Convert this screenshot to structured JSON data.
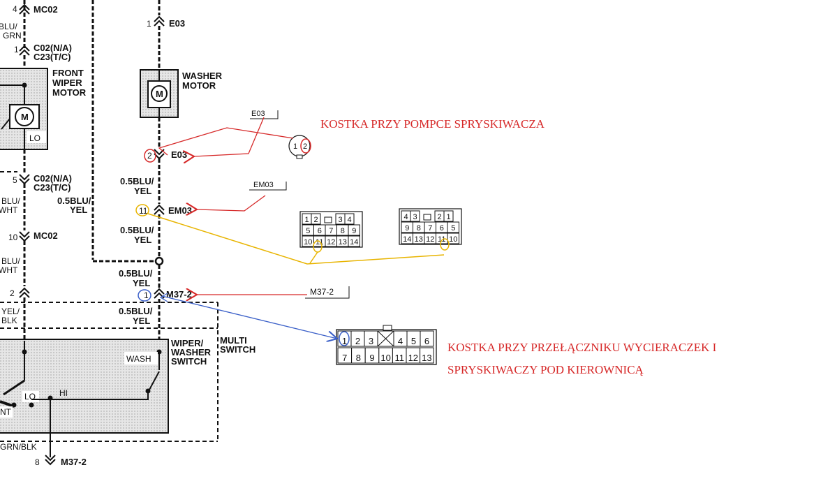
{
  "left": {
    "mc02_top": {
      "pin": "4",
      "name": "MC02"
    },
    "wire_top": {
      "a": "BLU/",
      "b": "GRN"
    },
    "c02_top": {
      "pin": "1",
      "a": "C02(N/A)",
      "b": "C23(T/C)"
    },
    "front_wiper": {
      "l1": "FRONT",
      "l2": "WIPER",
      "l3": "MOTOR",
      "lo": "LO",
      "m": "M"
    },
    "c02_bot": {
      "pin": "5",
      "a": "C02(N/A)",
      "b": "C23(T/C)"
    },
    "wire_blu_wht": {
      "a": "BLU/",
      "b": "WHT"
    },
    "wire_05blu_yel": {
      "a": "0.5BLU/",
      "b": "YEL"
    },
    "mc02_bot": {
      "pin": "10",
      "name": "MC02"
    },
    "wire_blu_wht2": {
      "a": "BLU/",
      "b": "WHT"
    },
    "pin2": "2",
    "wire_yel_blk": {
      "a": "YEL/",
      "b": "BLK"
    },
    "switch_lo": "LO",
    "switch_hi": "HI",
    "switch_nt": "NT",
    "wire_grn_blk": "GRN/BLK",
    "m37_bot": {
      "pin": "8",
      "name": "M37-2"
    }
  },
  "washer": {
    "e03_top": {
      "pin": "1",
      "name": "E03"
    },
    "motor": {
      "l1": "WASHER",
      "l2": "MOTOR",
      "m": "M"
    },
    "e03_pin2": {
      "pin": "2",
      "name": "E03"
    },
    "wire1": {
      "a": "0.5BLU/",
      "b": "YEL"
    },
    "em03": {
      "pin": "11",
      "name": "EM03"
    },
    "wire2": {
      "a": "0.5BLU/",
      "b": "YEL"
    },
    "wire3": {
      "a": "0.5BLU/",
      "b": "YEL"
    },
    "m37": {
      "pin": "1",
      "name": "M37-2"
    },
    "wire4": {
      "a": "0.5BLU/",
      "b": "YEL"
    }
  },
  "multiswitch": {
    "l1": "WIPER/",
    "l2": "WASHER",
    "l3": "SWITCH",
    "m1": "MULTI",
    "m2": "SWITCH",
    "wash": "WASH"
  },
  "connectors": {
    "e03_label": "E03",
    "e03_pins": [
      "1",
      "2"
    ],
    "em03_label": "EM03",
    "em03_a": {
      "row1": [
        "1",
        "2",
        "3",
        "4"
      ],
      "row2": [
        "5",
        "6",
        "7",
        "8",
        "9"
      ],
      "row3": [
        "10",
        "11",
        "12",
        "13",
        "14"
      ]
    },
    "em03_b": {
      "row1": [
        "4",
        "3",
        "2",
        "1"
      ],
      "row2": [
        "9",
        "8",
        "7",
        "6",
        "5"
      ],
      "row3": [
        "14",
        "13",
        "12",
        "11",
        "10"
      ]
    },
    "m37_label": "M37-2",
    "m37": {
      "row1": [
        "1",
        "2",
        "3",
        "4",
        "5",
        "6"
      ],
      "row2": [
        "7",
        "8",
        "9",
        "10",
        "11",
        "12",
        "13"
      ]
    }
  },
  "annotations": {
    "pump": "KOSTKA PRZY POMPCE SPRYSKIWACZA",
    "switch_l1": "KOSTKA PRZY PRZEŁĄCZNIKU WYCIERACZEK I",
    "switch_l2": "SPRYSKIWACZY POD KIEROWNICĄ"
  },
  "colors": {
    "red": "#d62828",
    "yellow": "#e8b400",
    "blue": "#3a5fc8",
    "ink": "#111111",
    "shade": "#d9d9d9"
  }
}
